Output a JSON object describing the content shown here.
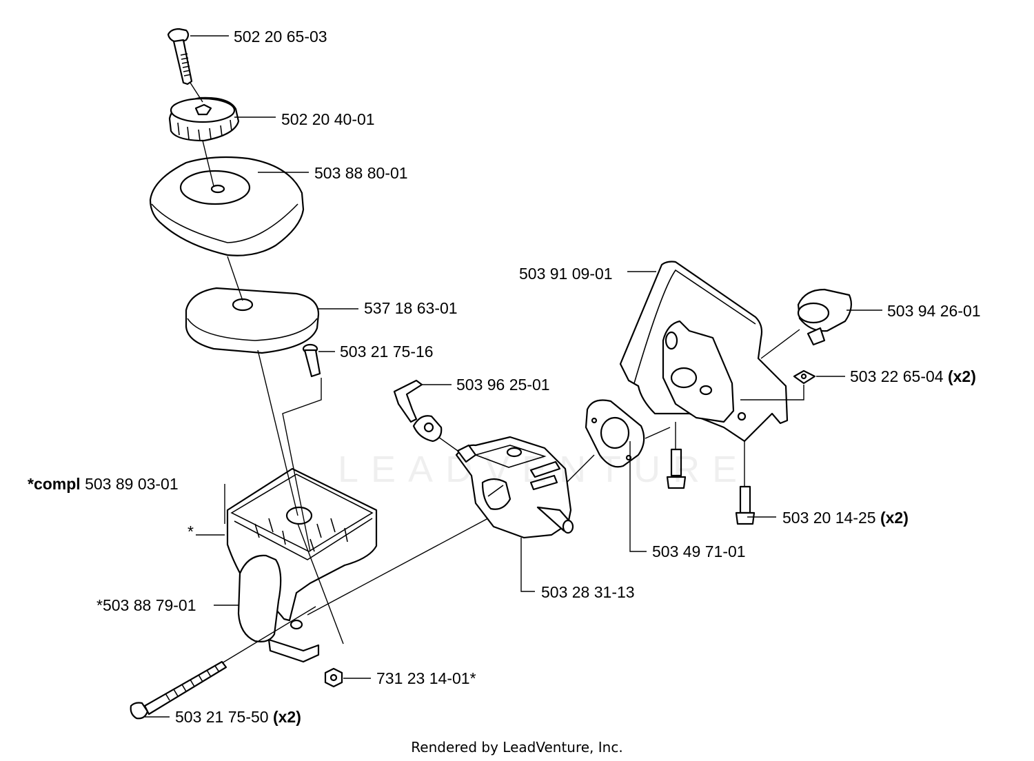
{
  "parts": [
    {
      "id": "p1",
      "number": "502 20 65-03",
      "prefix": "",
      "suffix": ""
    },
    {
      "id": "p2",
      "number": "502 20 40-01",
      "prefix": "",
      "suffix": ""
    },
    {
      "id": "p3",
      "number": "503 88 80-01",
      "prefix": "",
      "suffix": ""
    },
    {
      "id": "p4",
      "number": "537 18 63-01",
      "prefix": "",
      "suffix": ""
    },
    {
      "id": "p5",
      "number": "503 21 75-16",
      "prefix": "",
      "suffix": ""
    },
    {
      "id": "p6",
      "number": "503 96 25-01",
      "prefix": "",
      "suffix": ""
    },
    {
      "id": "p7",
      "number": "503 91 09-01",
      "prefix": "",
      "suffix": ""
    },
    {
      "id": "p8",
      "number": "503 94 26-01",
      "prefix": "",
      "suffix": ""
    },
    {
      "id": "p9",
      "number": "503 22 65-04",
      "prefix": "",
      "suffix": "(x2)"
    },
    {
      "id": "p10",
      "number": "503 89 03-01",
      "prefix": "*compl",
      "suffix": ""
    },
    {
      "id": "p11",
      "number": "*",
      "prefix": "",
      "suffix": ""
    },
    {
      "id": "p12",
      "number": "503 20 14-25",
      "prefix": "",
      "suffix": "(x2)"
    },
    {
      "id": "p13",
      "number": "503 49 71-01",
      "prefix": "",
      "suffix": ""
    },
    {
      "id": "p14",
      "number": "503 28 31-13",
      "prefix": "",
      "suffix": ""
    },
    {
      "id": "p15",
      "number": "*503 88 79-01",
      "prefix": "",
      "suffix": ""
    },
    {
      "id": "p16",
      "number": "731 23 14-01*",
      "prefix": "",
      "suffix": ""
    },
    {
      "id": "p17",
      "number": "503 21 75-50",
      "prefix": "",
      "suffix": "(x2)"
    }
  ],
  "footer": "Rendered by LeadVenture, Inc.",
  "watermark": "LEADVENTURE"
}
